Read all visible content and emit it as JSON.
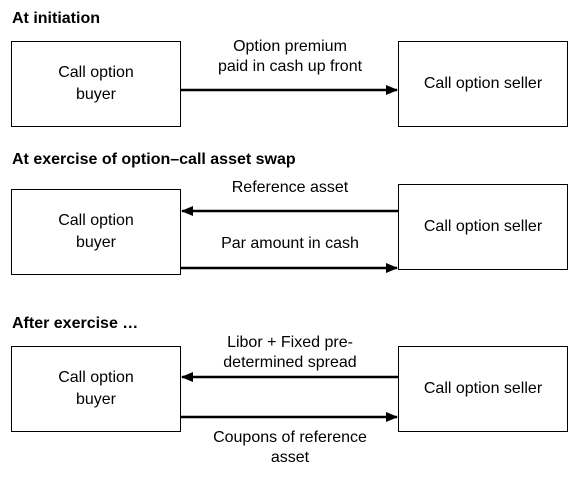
{
  "sections": [
    {
      "title": "At initiation",
      "buyer": "Call option buyer",
      "seller": "Call option seller",
      "flows": [
        {
          "label_lines": [
            "Option premium",
            "paid in cash up front"
          ],
          "direction": "right"
        }
      ]
    },
    {
      "title": "At exercise of option–call asset swap",
      "buyer": "Call option buyer",
      "seller": "Call option seller",
      "flows": [
        {
          "label_lines": [
            "Reference asset"
          ],
          "direction": "left"
        },
        {
          "label_lines": [
            "Par amount in cash"
          ],
          "direction": "right"
        }
      ]
    },
    {
      "title": "After exercise …",
      "buyer": "Call option buyer",
      "seller": "Call option seller",
      "flows": [
        {
          "label_lines": [
            "Libor + Fixed pre-",
            "determined spread"
          ],
          "direction": "left"
        },
        {
          "label_lines": [
            "Coupons of reference",
            "asset"
          ],
          "direction": "right"
        }
      ]
    }
  ]
}
